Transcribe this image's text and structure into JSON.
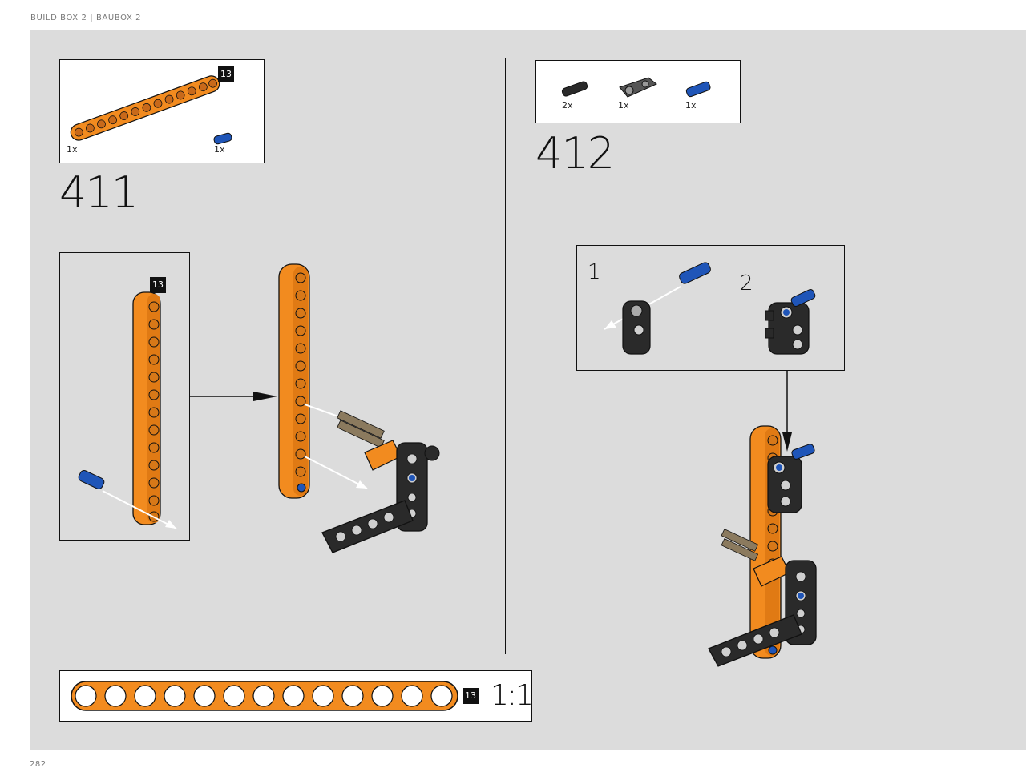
{
  "header": {
    "text": "BUILD BOX 2  |  BAUBOX 2"
  },
  "page": {
    "number": "282"
  },
  "step_411": {
    "number": "411",
    "parts": [
      {
        "name": "orange-beam-13",
        "qty": "1x",
        "badge": "13"
      },
      {
        "name": "blue-pin",
        "qty": "1x"
      }
    ],
    "callout_badge": "13"
  },
  "step_412": {
    "number": "412",
    "parts": [
      {
        "name": "black-pin",
        "qty": "2x"
      },
      {
        "name": "dark-gray-connector",
        "qty": "1x"
      },
      {
        "name": "blue-pin",
        "qty": "1x"
      }
    ],
    "substeps": [
      "1",
      "2"
    ]
  },
  "ruler": {
    "badge": "13",
    "scale": "1:1"
  },
  "colors": {
    "orange": "#f28b1f",
    "blue": "#1f55b8",
    "black": "#2a2a2a",
    "gray": "#dcdcdc"
  }
}
